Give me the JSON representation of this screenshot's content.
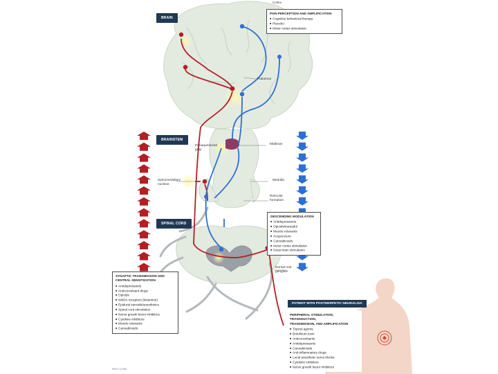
{
  "top_label": "Cortex",
  "tags": {
    "brain": "BRAIN",
    "brainstem": "BRAINSTEM",
    "spinal_cord": "SPINAL CORD"
  },
  "labels": {
    "thalamus": "Thalamus",
    "periaqueductal": [
      "Periaqueductal",
      "gray"
    ],
    "midbrain": "Midbrain",
    "spinomedullary": [
      "Spinomedullary",
      "nucleus"
    ],
    "medulla": "Medulla",
    "reticular": [
      "Reticular",
      "formation"
    ],
    "ganglion": [
      "Dorsal root",
      "ganglion"
    ]
  },
  "boxes": {
    "pain_perception": {
      "title": "PAIN PERCEPTION AND AMPLIFICATION",
      "items": [
        "Cognitive behavioral therapy",
        "Placebo",
        "Motor cortex stimulation"
      ]
    },
    "descending": {
      "title": "DESCENDING MODULATION",
      "items": [
        "Antidepressants",
        "Opioids/tramadol",
        "Muscle relaxants",
        "Acupuncture",
        "Cannabinoids",
        "Motor cortex stimulation",
        "Deep brain stimulation"
      ]
    },
    "synaptic": {
      "title": [
        "SYNAPTIC TRANSMISSION AND",
        "CENTRAL SENSITIZATION"
      ],
      "items": [
        "Antidepressants",
        "Anticonvulsant drugs",
        "Opioids",
        "NMDA receptors (ketamine)",
        "Epidural steroids/anesthetics",
        "Spinal cord stimulation",
        "Nerve growth factor inhibitors",
        "Cytokine inhibitors",
        "Muscle relaxants",
        "Cannabinoids"
      ]
    },
    "peripheral": {
      "title": [
        "PERIPHERAL STIMULATION, TRANSDUCTION,",
        "TRANSMISSION, AND AMPLIFICATION"
      ],
      "items": [
        "Topical agents",
        "Botulinum toxin",
        "Anticonvulsants",
        "Antidepressants",
        "Cannabinoids",
        "Anti-inflammatory drugs",
        "Local anesthetic nerve blocks",
        "Cytokine inhibitors",
        "Nerve growth factor inhibitors"
      ]
    }
  },
  "patient_tag": "PATIENT WITH POSTHERPETIC NEURALGIA",
  "footer": "MAYO CLINIC",
  "colors": {
    "ascending": "#b21f24",
    "descending": "#2e6fd1",
    "tag_bg": "#1f3954",
    "brain_tint": "#e3ebe1",
    "spine_gray": "#9aa0a5"
  }
}
